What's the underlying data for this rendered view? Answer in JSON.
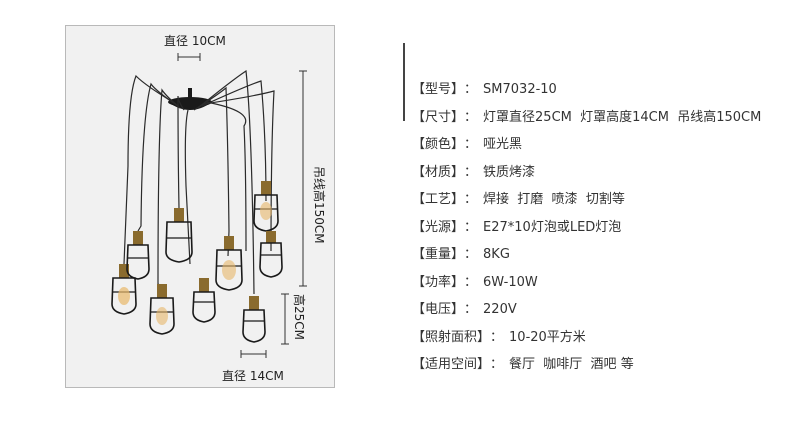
{
  "product_image": {
    "dimensions": {
      "top_diameter": "直径 10CM",
      "cable_height": "吊线高150CM",
      "shade_height": "高25CM",
      "shade_diameter": "直径 14CM"
    }
  },
  "specs": [
    {
      "key": "【型号】",
      "sep": "：",
      "value": "SM7032-10"
    },
    {
      "key": "【尺寸】",
      "sep": "：",
      "value": "灯罩直径25CM  灯罩高度14CM  吊线高150CM"
    },
    {
      "key": "【颜色】",
      "sep": "：",
      "value": "哑光黑"
    },
    {
      "key": "【材质】",
      "sep": "：",
      "value": "铁质烤漆"
    },
    {
      "key": "【工艺】",
      "sep": "：",
      "value": "焊接  打磨  喷漆  切割等"
    },
    {
      "key": "【光源】",
      "sep": "：",
      "value": "E27*10灯泡或LED灯泡"
    },
    {
      "key": "【重量】",
      "sep": "：",
      "value": "8KG"
    },
    {
      "key": "【功率】",
      "sep": "：",
      "value": "6W-10W"
    },
    {
      "key": "【电压】",
      "sep": "：",
      "value": "220V"
    },
    {
      "key": "【照射面积】",
      "sep": "：",
      "value": "10-20平方米"
    },
    {
      "key": "【适用空间】",
      "sep": "：",
      "value": "餐厅  咖啡厅  酒吧 等"
    }
  ],
  "colors": {
    "fixture": "#1a1a1a",
    "socket_brass": "#8a6b2e",
    "bulb_glow": "#e8b86a",
    "frame_bg": "#f1f1f1"
  }
}
